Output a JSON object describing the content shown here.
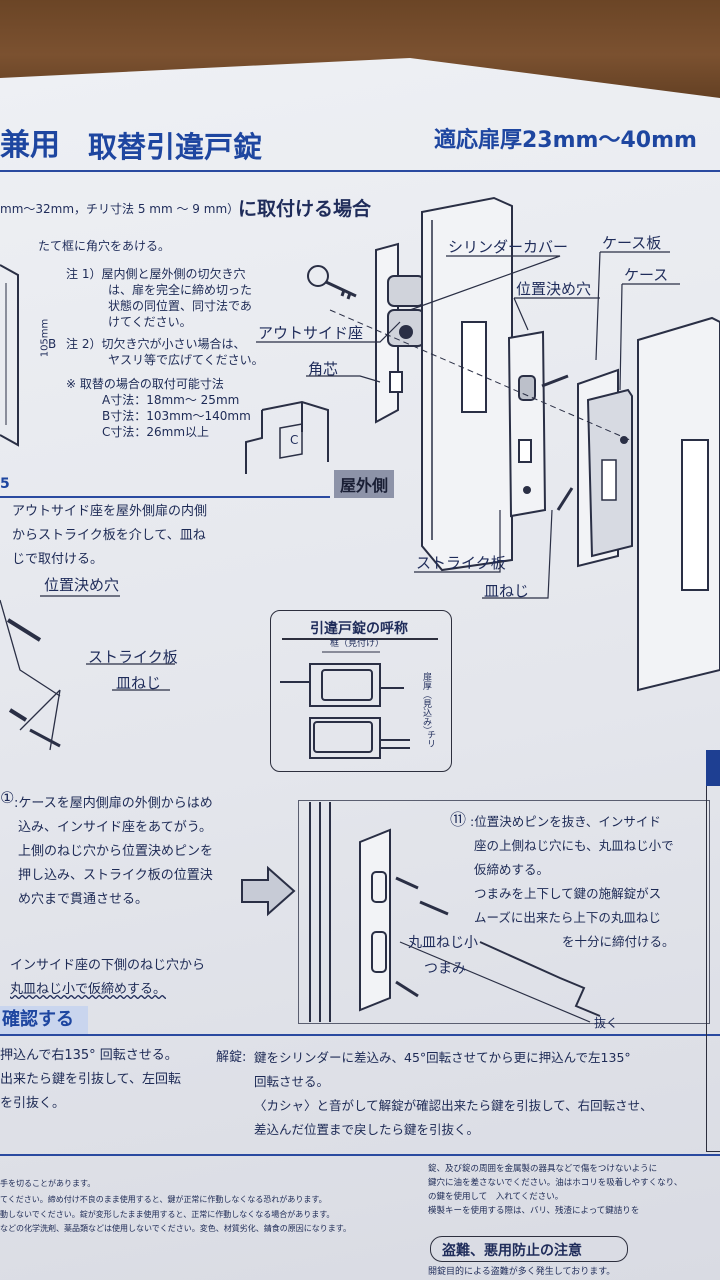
{
  "header": {
    "title_left": "兼用",
    "title_main": "取替引違戸錠",
    "door_thickness": "適応扉厚23mm～40mm"
  },
  "section1": {
    "heading_prefix": "mm～32mm，チリ寸法 5 mm ～ 9 mm）",
    "heading_suffix": "に取付ける場合",
    "line1": "たて框に角穴をあける。",
    "note1": [
      "注 1）屋内側と屋外側の切欠き穴",
      "は、扉を完全に締め切った",
      "状態の同位置、同寸法であ",
      "けてください。"
    ],
    "note2": [
      "注 2）切欠き穴が小さい場合は、",
      "ヤスリ等で広げてください。"
    ],
    "note3": [
      "※ 取替の場合の取付可能寸法",
      "A寸法：18mm～ 25mm",
      "B寸法：103mm～140mm",
      "C寸法：26mm以上"
    ],
    "dim_105": "105mm",
    "dim_b": "B",
    "dim_c": "C"
  },
  "labels": {
    "cylinder_cover": "シリンダーカバー",
    "case_plate": "ケース板",
    "case": "ケース",
    "positioning_hole": "位置決め穴",
    "outside_seat": "アウトサイド座",
    "square_core": "角芯",
    "exterior": "屋外側",
    "strike_plate": "ストライク板",
    "flat_screw": "皿ねじ"
  },
  "section2": {
    "num": "5",
    "lines": [
      "アウトサイド座を屋外側扉の内側",
      "からストライク板を介して、皿ね",
      "じで取付ける。"
    ],
    "positioning_hole": "位置決め穴",
    "strike_plate": "ストライク板",
    "flat_screw": "皿ねじ"
  },
  "diagram_box": {
    "title": "引違戸錠の呼称",
    "frame": "框（見付け）",
    "thickness": "扉厚（見込み）",
    "chiri": "チリ"
  },
  "step1": {
    "marker": "①",
    "lines": [
      ":ケースを屋内側扉の外側からはめ",
      "込み、インサイド座をあてがう。",
      "上側のねじ穴から位置決めピンを",
      "押し込み、ストライク板の位置決",
      "め穴まで貫通させる。"
    ],
    "lower": [
      "インサイド座の下側のねじ穴から",
      "丸皿ねじ小で仮締めする。"
    ]
  },
  "step2": {
    "marker": "⑪",
    "lines": [
      ":位置決めピンを抜き、インサイド",
      "座の上側ねじ穴にも、丸皿ねじ小で",
      "仮締めする。",
      "つまみを上下して鍵の施解錠がス",
      "ムーズに出来たら上下の丸皿ねじ",
      "を十分に締付ける。"
    ],
    "screw_label": "丸皿ねじ小",
    "knob_label": "つまみ",
    "pull_label": "抜く"
  },
  "confirm": {
    "banner": "確認する",
    "left": [
      "押込んで右135° 回転させる。",
      "出来たら鍵を引抜して、左回転",
      "を引抜く。"
    ],
    "unlock_prefix": "解錠:",
    "right": [
      "鍵をシリンダーに差込み、45°回転させてから更に押込んで左135°",
      "回転させる。",
      "〈カシャ〉と音がして解錠が確認出来たら鍵を引抜して、右回転させ、",
      "差込んだ位置まで戻したら鍵を引抜く。"
    ]
  },
  "footer": {
    "left": [
      "手を切ることがあります。",
      "てください。締め付け不良のまま使用すると、鍵が正常に作動しなくなる恐れがあります。",
      "",
      "動しないでください。錠が変形したまま使用すると、正常に作動しなくなる場合があります。",
      "などの化学洗剤、薬品類などは使用しないでください。変色、材質劣化、錆食の原因になります。"
    ],
    "right": [
      "錠、及び錠の周囲を金属製の器具などで傷をつけないように",
      "鍵穴に油を差さないでください。油はホコリを吸着しやすくなり、",
      "の鍵を使用して　入れてください。",
      "模製キーを使用する際は、バリ、残渣によって鍵詰りを"
    ],
    "notice": "盗難、悪用防止の注意",
    "notice_line": "開錠目的による盗難が多く発生しております。"
  }
}
